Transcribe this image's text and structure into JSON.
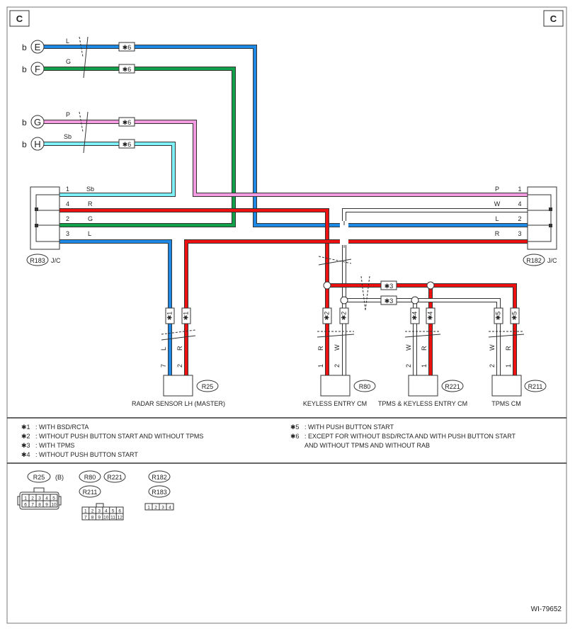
{
  "page_letter": "C",
  "drawing_id": "WI-79652",
  "sources": [
    {
      "prefix": "b",
      "letter": "E",
      "wire": "L",
      "note": "✱6"
    },
    {
      "prefix": "b",
      "letter": "F",
      "wire": "G",
      "note": "✱6"
    },
    {
      "prefix": "b",
      "letter": "G",
      "wire": "P",
      "note": "✱6"
    },
    {
      "prefix": "b",
      "letter": "H",
      "wire": "Sb",
      "note": "✱6"
    }
  ],
  "left_connector": {
    "id": "R183",
    "suffix": "J/C",
    "pins": [
      {
        "pin": "1",
        "color": "Sb"
      },
      {
        "pin": "4",
        "color": "R"
      },
      {
        "pin": "2",
        "color": "G"
      },
      {
        "pin": "3",
        "color": "L"
      }
    ]
  },
  "right_connector": {
    "id": "R182",
    "suffix": "J/C",
    "pins": [
      {
        "pin": "1",
        "color": "P"
      },
      {
        "pin": "4",
        "color": "W"
      },
      {
        "pin": "2",
        "color": "L"
      },
      {
        "pin": "3",
        "color": "R"
      }
    ]
  },
  "middle_tags": [
    "✱3",
    "✱3"
  ],
  "devices": [
    {
      "id": "R25",
      "name": "RADAR SENSOR LH (MASTER)",
      "wires": [
        {
          "pin": "7",
          "color": "L",
          "tag": "✱1"
        },
        {
          "pin": "2",
          "color": "R",
          "tag": "✱1"
        }
      ]
    },
    {
      "id": "R80",
      "name": "KEYLESS ENTRY CM",
      "wires": [
        {
          "pin": "1",
          "color": "R",
          "tag": "✱2"
        },
        {
          "pin": "2",
          "color": "W",
          "tag": "✱2"
        }
      ]
    },
    {
      "id": "R221",
      "name": "TPMS & KEYLESS ENTRY CM",
      "wires": [
        {
          "pin": "2",
          "color": "W",
          "tag": "✱4"
        },
        {
          "pin": "1",
          "color": "R",
          "tag": "✱4"
        }
      ]
    },
    {
      "id": "R211",
      "name": "TPMS CM",
      "wires": [
        {
          "pin": "2",
          "color": "W",
          "tag": "✱5"
        },
        {
          "pin": "1",
          "color": "R",
          "tag": "✱5"
        }
      ]
    }
  ],
  "notes_left": [
    {
      "mark": "✱1",
      "text": ": WITH BSD/RCTA"
    },
    {
      "mark": "✱2",
      "text": ": WITHOUT PUSH BUTTON START AND WITHOUT TPMS"
    },
    {
      "mark": "✱3",
      "text": ": WITH TPMS"
    },
    {
      "mark": "✱4",
      "text": ": WITHOUT PUSH BUTTON START"
    }
  ],
  "notes_right": [
    {
      "mark": "✱5",
      "text": ": WITH PUSH BUTTON START"
    },
    {
      "mark": "✱6",
      "text": ": EXCEPT FOR WITHOUT BSD/RCTA AND WITH PUSH BUTTON START",
      "text2": "AND WITHOUT TPMS AND WITHOUT RAB"
    }
  ],
  "connector_views": {
    "r25": {
      "label": "R25",
      "suffix": "(B)",
      "top": [
        "1",
        "2",
        "3",
        "4",
        "5"
      ],
      "bottom": [
        "6",
        "7",
        "8",
        "9",
        "10"
      ]
    },
    "r80_group": {
      "labels": [
        "R80",
        "R221",
        "R211"
      ],
      "top": [
        "1",
        "2",
        "3",
        "4",
        "5",
        "6"
      ],
      "bottom": [
        "7",
        "8",
        "9",
        "10",
        "11",
        "12"
      ]
    },
    "r182_group": {
      "labels": [
        "R182",
        "R183"
      ],
      "pins": [
        "1",
        "2",
        "3",
        "4"
      ]
    }
  },
  "colors": {
    "blue": "#1e88e5",
    "green": "#12a14a",
    "pink": "#f49ae0",
    "cyan": "#80f0f8",
    "red": "#ee1111",
    "white": "#ffffff",
    "line": "#333333"
  }
}
